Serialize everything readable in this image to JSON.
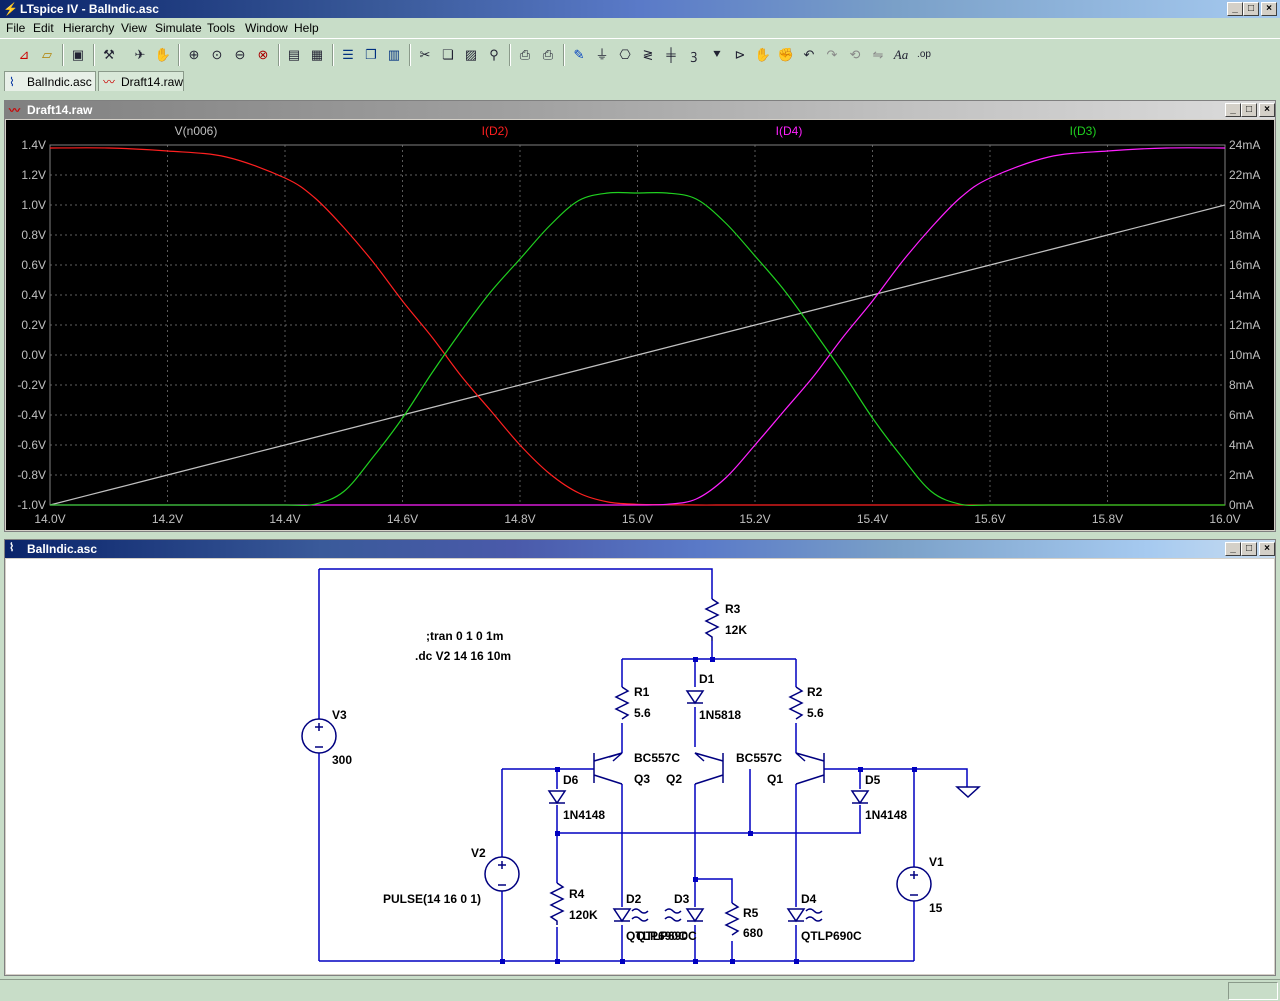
{
  "app": {
    "title": "LTspice IV - BalIndic.asc"
  },
  "menu": [
    "File",
    "Edit",
    "Hierarchy",
    "View",
    "Simulate",
    "Tools",
    "Window",
    "Help"
  ],
  "toolbar_icons": [
    "new-schematic-icon",
    "open-icon",
    "save-icon",
    "control-panel-icon",
    "run-icon",
    "halt-icon",
    "zoom-in-icon",
    "zoom-pan-icon",
    "zoom-out-icon",
    "zoom-cancel-icon",
    "autorange-icon",
    "zoom-fit-icon",
    "tile-horizontal-icon",
    "cascade-icon",
    "tile-vertical-icon",
    "cut-icon",
    "copy-icon",
    "paste-icon",
    "find-icon",
    "print-setup-icon",
    "print-icon",
    "wire-icon",
    "ground-icon",
    "label-icon",
    "resistor-icon",
    "capacitor-icon",
    "inductor-icon",
    "diode-icon",
    "component-icon",
    "move-icon",
    "drag-icon",
    "undo-icon",
    "redo-icon",
    "rotate-icon",
    "mirror-icon",
    "text-icon",
    "spice-directive-icon"
  ],
  "tabs": [
    {
      "label": "BalIndic.asc",
      "icon": "schematic-icon"
    },
    {
      "label": "Draft14.raw",
      "icon": "waveform-icon"
    }
  ],
  "plot_window": {
    "title": "Draft14.raw"
  },
  "schematic_window": {
    "title": "BalIndic.asc"
  },
  "colors": {
    "plot_bg": "#000000",
    "grid": "#808080",
    "v_n006": "#c0c0c0",
    "i_d2": "#ff2020",
    "i_d4": "#ff20ff",
    "i_d3": "#20d020",
    "wire": "#0000c0",
    "component": "#000080"
  },
  "chart_data": {
    "type": "line",
    "title": "",
    "x": [
      14.0,
      14.1,
      14.2,
      14.3,
      14.4,
      14.45,
      14.5,
      14.55,
      14.6,
      14.65,
      14.7,
      14.75,
      14.8,
      14.85,
      14.9,
      14.95,
      15.0,
      15.05,
      15.1,
      15.15,
      15.2,
      15.25,
      15.3,
      15.35,
      15.4,
      15.45,
      15.5,
      15.55,
      15.6,
      15.7,
      15.8,
      15.9,
      16.0
    ],
    "xlim": [
      14.0,
      16.0
    ],
    "x_ticks": [
      "14.0V",
      "14.2V",
      "14.4V",
      "14.6V",
      "14.8V",
      "15.0V",
      "15.2V",
      "15.4V",
      "15.6V",
      "15.8V",
      "16.0V"
    ],
    "y_left": {
      "lim": [
        -1.0,
        1.4
      ],
      "ticks": [
        "1.4V",
        "1.2V",
        "1.0V",
        "0.8V",
        "0.6V",
        "0.4V",
        "0.2V",
        "0.0V",
        "-0.2V",
        "-0.4V",
        "-0.6V",
        "-0.8V",
        "-1.0V"
      ]
    },
    "y_right": {
      "lim": [
        0,
        24
      ],
      "unit": "mA",
      "ticks": [
        "24mA",
        "22mA",
        "20mA",
        "18mA",
        "16mA",
        "14mA",
        "12mA",
        "10mA",
        "8mA",
        "6mA",
        "4mA",
        "2mA",
        "0mA"
      ]
    },
    "grid": true,
    "series": [
      {
        "name": "V(n006)",
        "axis": "left",
        "color": "#c0c0c0",
        "values": [
          -1.0,
          -0.9,
          -0.8,
          -0.7,
          -0.6,
          -0.55,
          -0.5,
          -0.45,
          -0.4,
          -0.35,
          -0.3,
          -0.25,
          -0.2,
          -0.15,
          -0.1,
          -0.05,
          0.0,
          0.05,
          0.1,
          0.15,
          0.2,
          0.25,
          0.3,
          0.35,
          0.4,
          0.45,
          0.5,
          0.55,
          0.6,
          0.7,
          0.8,
          0.9,
          1.0
        ]
      },
      {
        "name": "I(D2)",
        "axis": "right",
        "color": "#ff2020",
        "values": [
          23.8,
          23.8,
          23.6,
          23.2,
          21.8,
          20.5,
          18.5,
          16.2,
          13.6,
          11.2,
          8.6,
          6.3,
          4.0,
          2.1,
          0.8,
          0.2,
          0.05,
          0.02,
          0.0,
          0.0,
          0.0,
          0.0,
          0.0,
          0.0,
          0.0,
          0.0,
          0.0,
          0.0,
          0.0,
          0.0,
          0.0,
          0.0,
          0.0
        ]
      },
      {
        "name": "I(D4)",
        "axis": "right",
        "color": "#ff20ff",
        "values": [
          0.0,
          0.0,
          0.0,
          0.0,
          0.0,
          0.0,
          0.0,
          0.0,
          0.0,
          0.0,
          0.0,
          0.0,
          0.0,
          0.0,
          0.0,
          0.0,
          0.0,
          0.05,
          0.4,
          1.8,
          4.0,
          6.3,
          8.6,
          11.2,
          13.6,
          16.2,
          18.5,
          20.5,
          21.8,
          23.2,
          23.6,
          23.8,
          23.8
        ]
      },
      {
        "name": "I(D3)",
        "axis": "right",
        "color": "#20d020",
        "values": [
          0.0,
          0.0,
          0.0,
          0.0,
          0.0,
          0.05,
          0.9,
          3.2,
          5.8,
          8.8,
          11.6,
          14.2,
          16.4,
          18.6,
          20.3,
          20.8,
          20.8,
          20.8,
          20.4,
          18.8,
          16.6,
          14.3,
          11.6,
          8.8,
          5.8,
          3.2,
          0.9,
          0.05,
          0.0,
          0.0,
          0.0,
          0.0,
          0.0
        ]
      }
    ]
  },
  "schematic": {
    "components": [
      {
        "id": "V3",
        "name": "V3",
        "value": "300"
      },
      {
        "id": "V2",
        "name": "V2",
        "value": "PULSE(14 16 0 1)"
      },
      {
        "id": "V1",
        "name": "V1",
        "value": "15"
      },
      {
        "id": "R3",
        "name": "R3",
        "value": "12K"
      },
      {
        "id": "R1",
        "name": "R1",
        "value": "5.6"
      },
      {
        "id": "R2",
        "name": "R2",
        "value": "5.6"
      },
      {
        "id": "R4",
        "name": "R4",
        "value": "120K"
      },
      {
        "id": "R5",
        "name": "R5",
        "value": "680"
      },
      {
        "id": "D1",
        "name": "D1",
        "value": "1N5818"
      },
      {
        "id": "D6",
        "name": "D6",
        "value": "1N4148"
      },
      {
        "id": "D5",
        "name": "D5",
        "value": "1N4148"
      },
      {
        "id": "D2",
        "name": "D2",
        "value": "QTLP690C"
      },
      {
        "id": "D3",
        "name": "D3",
        "value": "QTLP690C"
      },
      {
        "id": "D4",
        "name": "D4",
        "value": "QTLP690C"
      },
      {
        "id": "Q3",
        "name": "Q3",
        "value": "BC557C"
      },
      {
        "id": "Q2",
        "name": "Q2",
        "value": "BC557C"
      },
      {
        "id": "Q1",
        "name": "Q1",
        "value": ""
      }
    ],
    "directives": [
      ";tran 0 1 0 1m",
      ".dc V2 14 16 10m"
    ]
  }
}
